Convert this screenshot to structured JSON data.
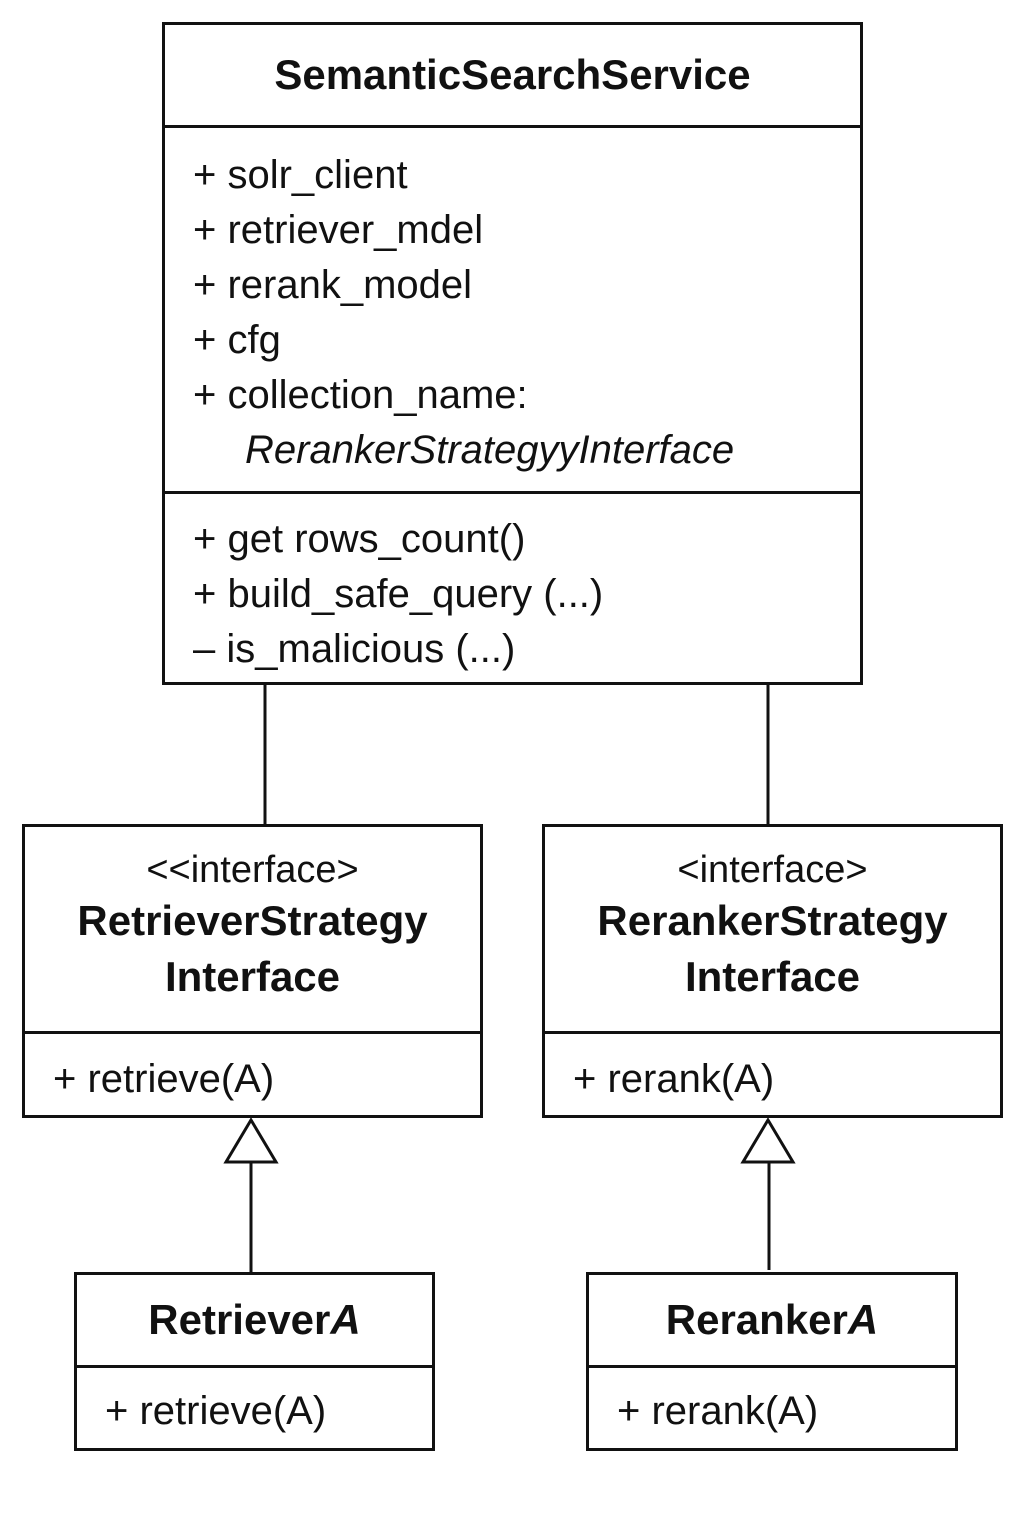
{
  "main_class": {
    "name": "SemanticSearchService",
    "attributes": [
      "+ solr_client",
      "+ retriever_mdel",
      "+ rerank_model",
      "+ cfg",
      "+ collection_name:"
    ],
    "attribute_continuation": "RerankerStrategyyInterface",
    "methods": [
      "+ get rows_count()",
      "+ build_safe_query (...)",
      "– is_malicious (...)"
    ]
  },
  "retriever_interface": {
    "stereotype": "<<interface>",
    "name_line1": "RetrieverStrategy",
    "name_line2": "Interface",
    "operation": "+ retrieve(A)"
  },
  "reranker_interface": {
    "stereotype": "<interface>",
    "name_line1": "RerankerStrategy",
    "name_line2": "Interface",
    "operation": "+ rerank(A)"
  },
  "retriever_a": {
    "name_main": "Retriever",
    "name_suffix": "A",
    "operation": "+ retrieve(A)"
  },
  "reranker_a": {
    "name_main": "Reranker",
    "name_suffix": "A",
    "operation": "+ rerank(A)"
  }
}
